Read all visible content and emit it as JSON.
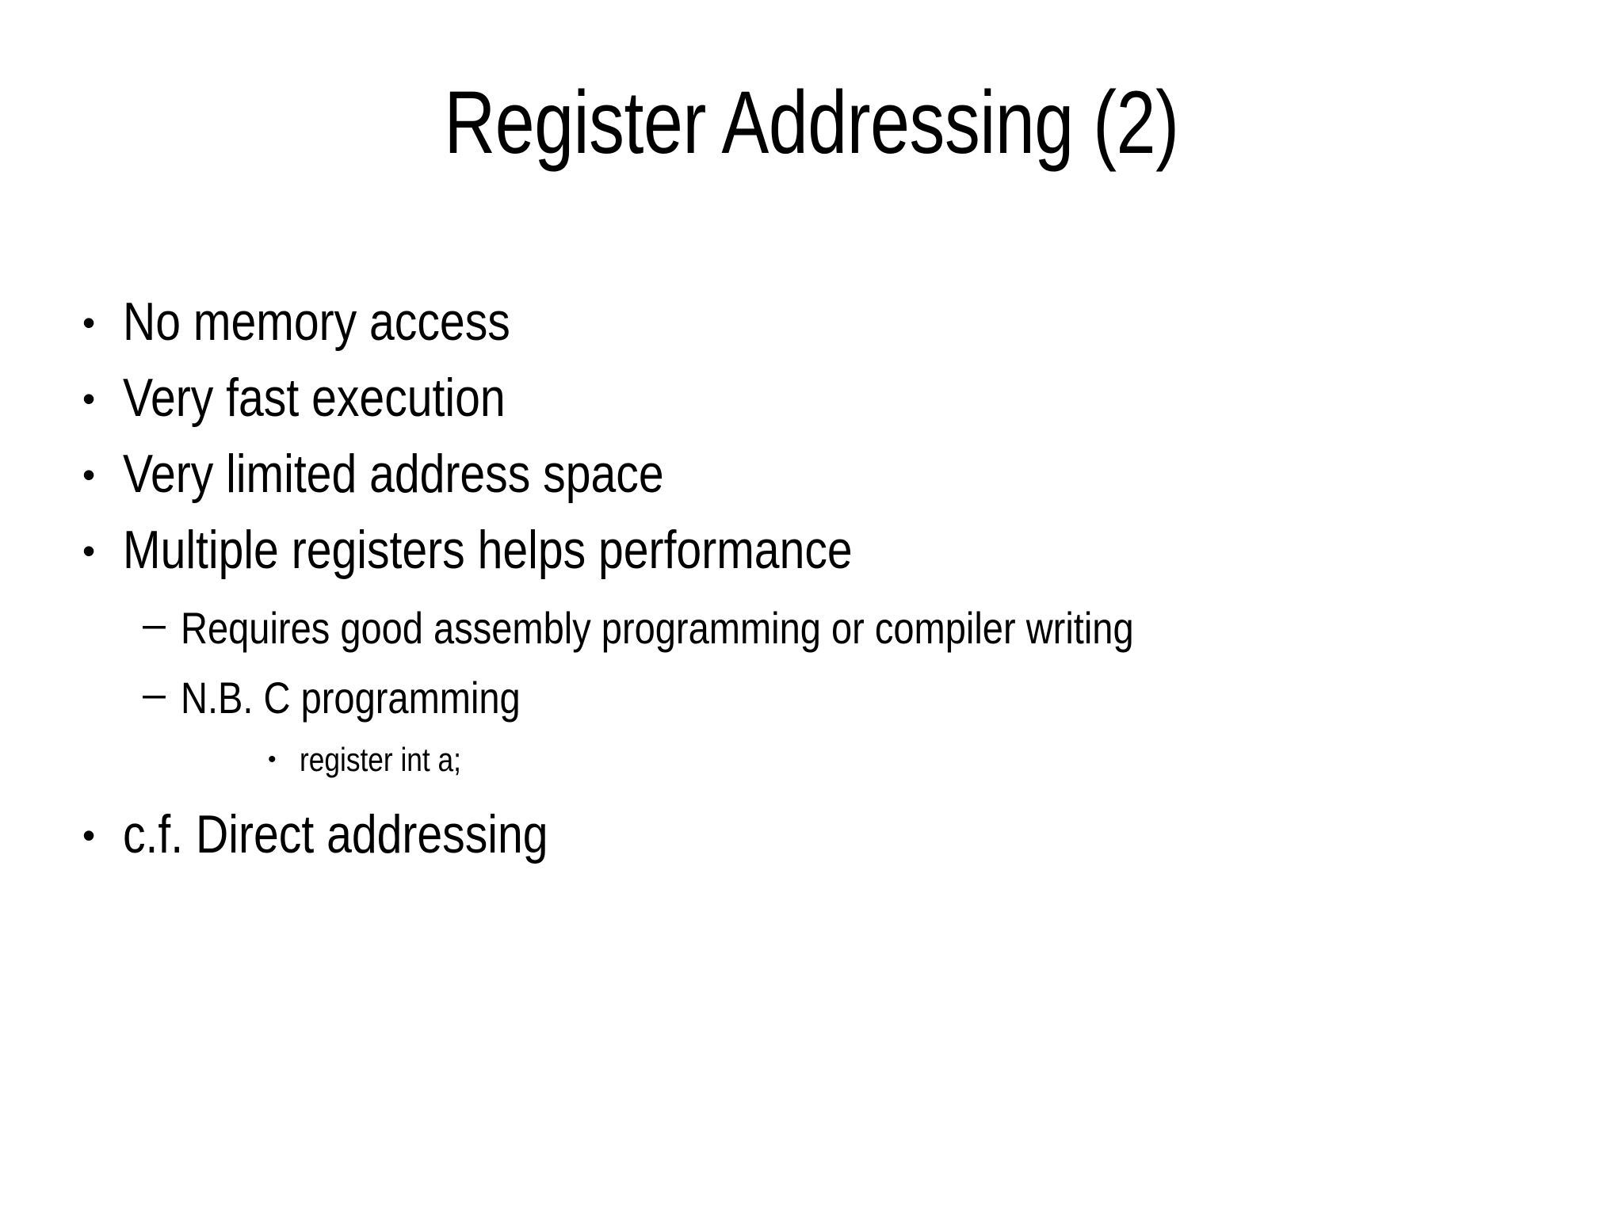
{
  "slide": {
    "background_color": "#ffffff",
    "text_color": "#000000",
    "title": "Register Addressing (2)",
    "bullet_glyph": "•",
    "dash_glyph": "–",
    "content": [
      {
        "level": 1,
        "marker": "•",
        "text": "No memory access"
      },
      {
        "level": 1,
        "marker": "•",
        "text": "Very fast execution"
      },
      {
        "level": 1,
        "marker": "•",
        "text": "Very limited address space"
      },
      {
        "level": 1,
        "marker": "•",
        "text": "Multiple registers helps performance"
      },
      {
        "level": 2,
        "marker": "–",
        "text": "Requires good assembly programming or compiler writing"
      },
      {
        "level": 2,
        "marker": "–",
        "text": "N.B. C programming"
      },
      {
        "level": 3,
        "marker": "•",
        "text": "register int a;"
      },
      {
        "level": 1,
        "marker": "•",
        "text": "c.f. Direct addressing"
      }
    ]
  }
}
